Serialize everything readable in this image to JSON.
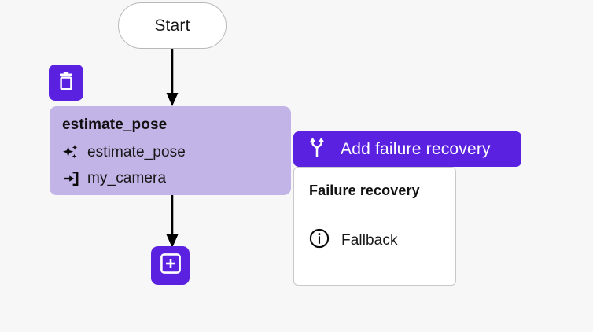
{
  "canvas": {
    "background_color": "#f7f7f7",
    "grid_dot_color": "#d2d2d6"
  },
  "theme": {
    "accent_purple": "#5b21e0",
    "node_card_lavender": "#c3b4e7",
    "panel_border": "#c9c9cd",
    "text_dark": "#161616",
    "white": "#ffffff"
  },
  "start_node": {
    "label": "Start",
    "icon": "none"
  },
  "toolbar": {
    "delete_button": {
      "icon": "trash-icon",
      "label": ""
    }
  },
  "node_card": {
    "title": "estimate_pose",
    "rows": [
      {
        "icon": "sparkles-icon",
        "label": "estimate_pose"
      },
      {
        "icon": "input-arrow-icon",
        "label": "my_camera"
      }
    ]
  },
  "add_node": {
    "icon": "plus-square-icon",
    "label": ""
  },
  "recovery_button": {
    "icon": "branch-split-icon",
    "label": "Add failure recovery"
  },
  "recovery_panel": {
    "heading": "Failure recovery",
    "items": [
      {
        "icon": "info-circle-icon",
        "label": "Fallback"
      }
    ]
  }
}
